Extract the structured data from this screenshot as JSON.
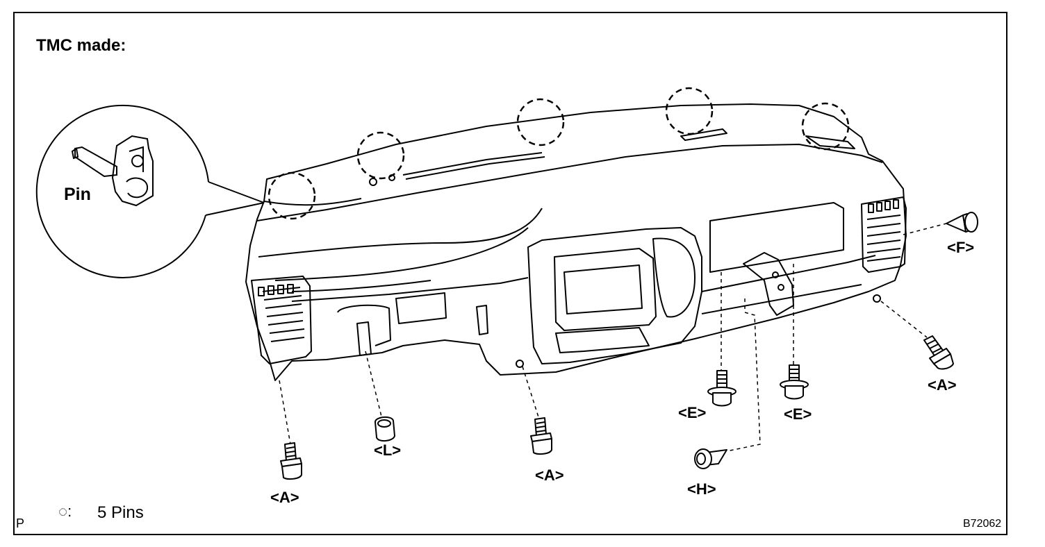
{
  "title": "TMC made:",
  "inset_label": "Pin",
  "fastener_labels": {
    "a1": "<A>",
    "l": "<L>",
    "a2": "<A>",
    "e1": "<E>",
    "h": "<H>",
    "e2": "<E>",
    "a3": "<A>",
    "f": "<F>"
  },
  "legend": {
    "symbol": "◌:",
    "text": "5 Pins"
  },
  "corner_mark": "P",
  "figure_code": "B72062"
}
